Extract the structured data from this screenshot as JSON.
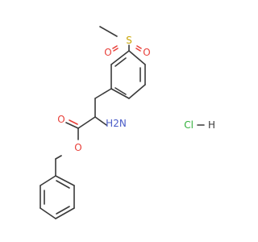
{
  "molecule": {
    "atoms": {
      "sulfur": "S",
      "sulfonyl_oxygen_left": "O",
      "sulfonyl_oxygen_right": "O",
      "carbonyl_oxygen": "O",
      "ester_oxygen": "O",
      "amine": "H2N",
      "chloride": "Cl",
      "hydrogen": "H"
    },
    "colors": {
      "bond": "#3a3a3a",
      "oxygen": "#e8403a",
      "sulfur": "#c9a400",
      "nitrogen": "#4a5cc8",
      "chlorine": "#31b03a",
      "background": "#ffffff"
    }
  }
}
